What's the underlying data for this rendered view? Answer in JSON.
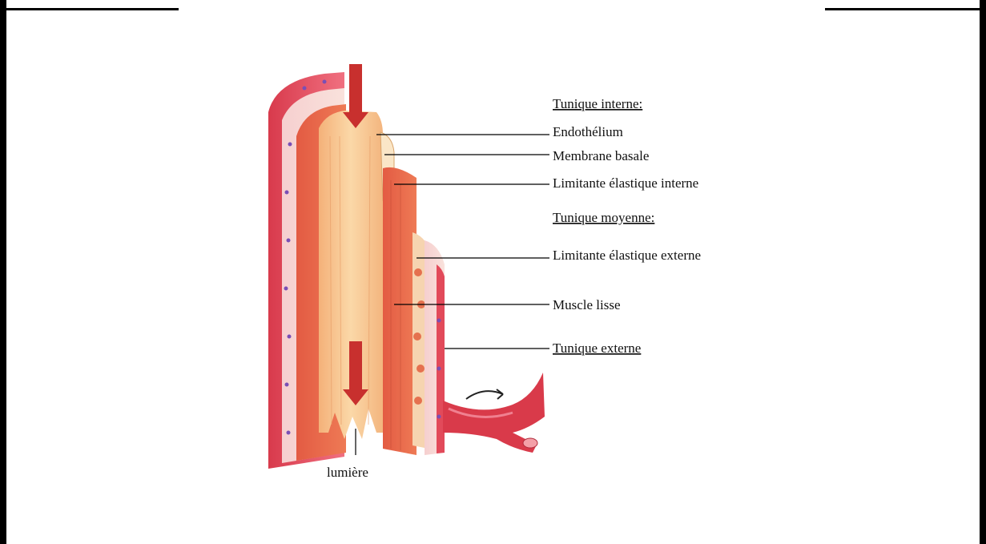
{
  "labels": {
    "tunique_interne": "Tunique interne:",
    "endothelium": "Endothélium",
    "membrane_basale": "Membrane  basale",
    "limitante_interne": "Limitante élastique interne",
    "tunique_moyenne": "Tunique moyenne:",
    "limitante_externe": "Limitante élastique externe",
    "muscle_lisse": "Muscle lisse",
    "tunique_externe": "Tunique externe",
    "lumiere": "lumière"
  },
  "colors": {
    "adventitia": "#e24a5a",
    "adventitia_light": "#f3b3b8",
    "media": "#e8644a",
    "media_dark": "#c94a35",
    "intima": "#f5c08a",
    "intima_light": "#fbe0bd",
    "arrow": "#c8302e",
    "vessel": "#d93a4a"
  }
}
